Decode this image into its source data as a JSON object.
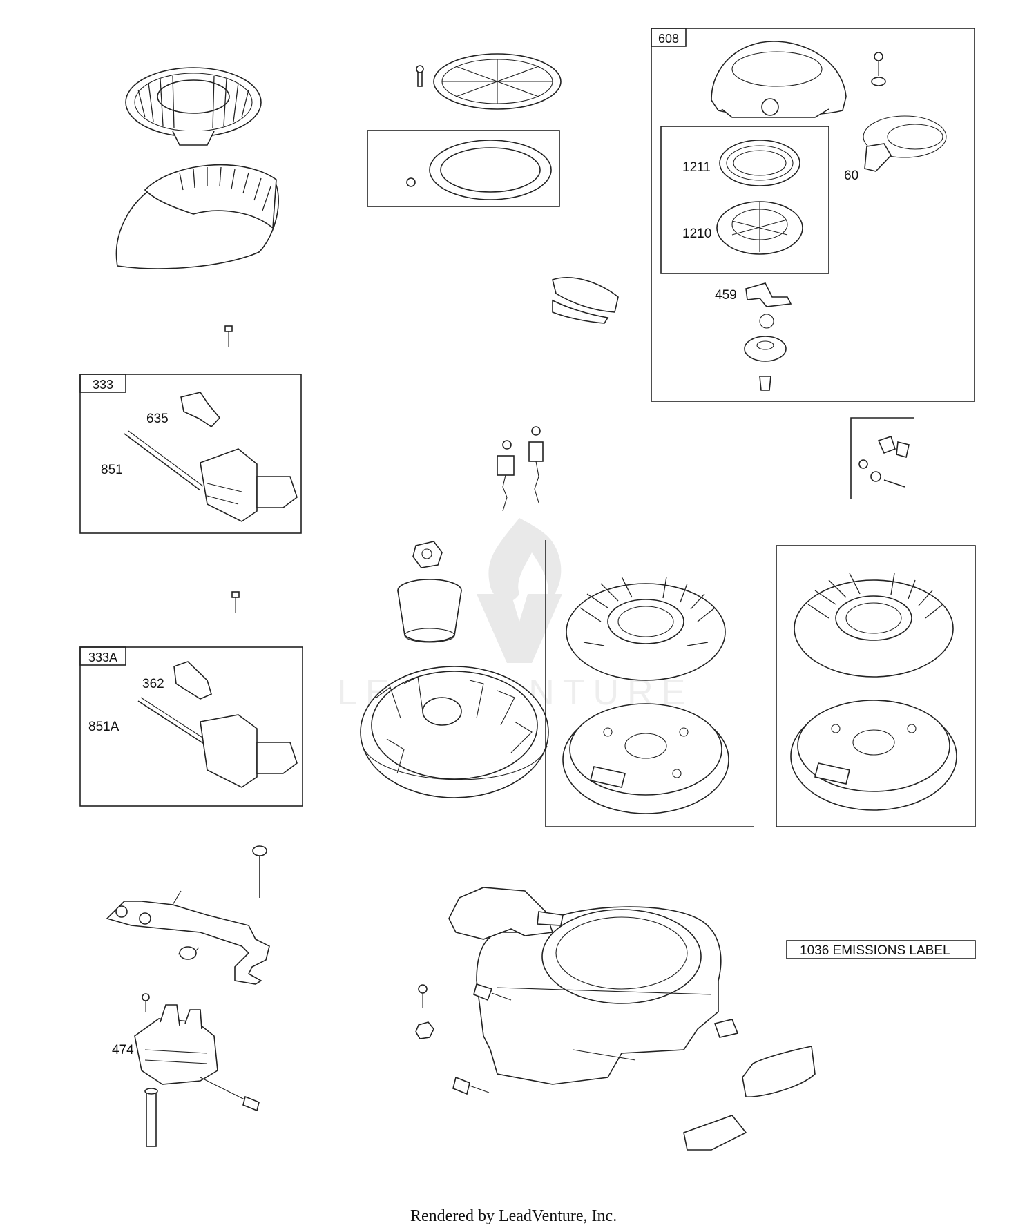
{
  "watermark": "LEADVENTURE",
  "footer": "Rendered by LeadVenture, Inc.",
  "box_labels": {
    "b608": "608",
    "b333": "333",
    "b333a": "333A"
  },
  "callouts": {
    "c1211": "1211",
    "c1210": "1210",
    "c60": "60",
    "c459": "459",
    "c635": "635",
    "c851": "851",
    "c362": "362",
    "c851a": "851A",
    "c474": "474"
  },
  "emissions_label": "1036 EMISSIONS LABEL",
  "icons": [
    "flame-logo-icon"
  ]
}
